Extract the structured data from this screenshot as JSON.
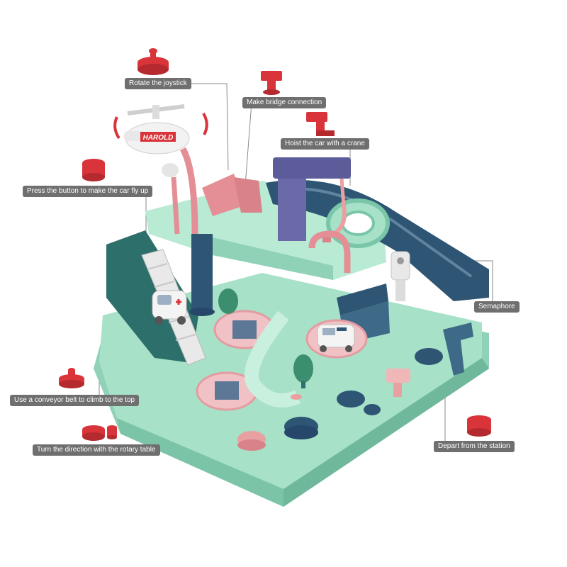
{
  "image": {
    "description_free": true,
    "colors": {
      "mint": "#9fdcc3",
      "mint_dark": "#79c6a9",
      "teal": "#2d6f6b",
      "navy": "#2e5573",
      "pink": "#e8a0a0",
      "red": "#d9343a",
      "purple": "#6a6aa8",
      "label_bg": "#6f6f6f"
    }
  },
  "helicopter": {
    "name_text": "HAROLD"
  },
  "labels": {
    "rotate_joystick": "Rotate the joystick",
    "bridge_connection": "Make bridge connection",
    "hoist_crane": "Hoist the car with a crane",
    "fly_button": "Press the button to make the car fly up",
    "semaphore": "Semaphore",
    "conveyor": "Use a conveyor belt to climb to the top",
    "rotary_table": "Turn the direction with the rotary table",
    "depart_station": "Depart from the station"
  },
  "icons": {
    "rotate_joystick": "joystick-icon",
    "bridge_connection": "t-handle-icon",
    "hoist_crane": "crank-icon",
    "fly_button": "push-button-icon",
    "conveyor": "knob-icon",
    "rotary_table": "rotary-disc-icon",
    "depart_station": "station-button-icon"
  }
}
